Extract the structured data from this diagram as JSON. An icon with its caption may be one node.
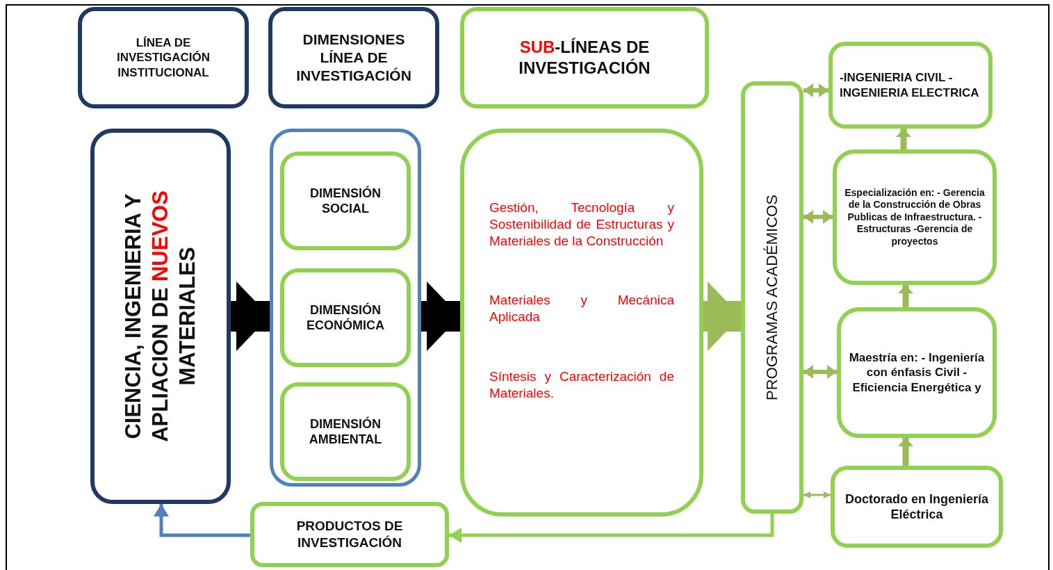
{
  "diagram": {
    "nodes": [
      {
        "text": [
          "LÍNEA DE INVESTIGACIÓN INSTITUCIONAL"
        ]
      },
      {
        "text": [
          "DIMENSIONES LÍNEA DE INVESTIGACIÓN"
        ]
      },
      {
        "text": [
          "**SUB**-LÍNEAS DE INVESTIGACIÓN"
        ]
      },
      {
        "text": [
          "CIENCIA, INGENIERIA Y APLIACION DE **NUEVOS** MATERIALES"
        ]
      },
      {
        "text": [],
        "shape": "box"
      },
      {
        "text": [
          "DIMENSIÓN SOCIAL"
        ],
        "in": 4
      },
      {
        "text": [
          "DIMENSIÓN ECONÓMICA"
        ],
        "in": 4
      },
      {
        "text": [
          "DIMENSIÓN AMBIENTAL"
        ],
        "in": 4
      },
      {
        "text": [
          "Gestión, Tecnología y Sostenibilidad de Estructuras y Materiales de la Construcción",
          "Materiales y Mecánica Aplicada",
          "Síntesis y Caracterización de Materiales."
        ]
      },
      {
        "text": [
          "PROGRAMAS ACADÉMICOS"
        ]
      },
      {
        "text": [
          "-INGENIERIA CIVIL -INGENIERIA ELECTRICA"
        ]
      },
      {
        "text": [
          "Especialización en: - Gerencia de la Construcción de Obras Publicas de Infraestructura. - Estructuras -Gerencia de proyectos"
        ]
      },
      {
        "text": [
          "Maestría en: - Ingeniería con énfasis Civil -Eficiencia Energética y"
        ]
      },
      {
        "text": [
          "Doctorado en Ingeniería Eléctrica"
        ]
      },
      {
        "text": [
          "PRODUCTOS DE INVESTIGACIÓN"
        ]
      }
    ],
    "edges": [
      {
        "from": 3,
        "to": 4,
        "arrow": "to",
        "style": "thick",
        "color": "#000000"
      },
      {
        "from": 4,
        "to": 8,
        "arrow": "to",
        "style": "thick",
        "color": "#000000"
      },
      {
        "from": 8,
        "to": 9,
        "arrow": "to",
        "style": "thick"
      },
      {
        "from": 9,
        "to": 10,
        "arrow": "both"
      },
      {
        "from": 9,
        "to": 11,
        "arrow": "both"
      },
      {
        "from": 9,
        "to": 12,
        "arrow": "both"
      },
      {
        "from": 9,
        "to": 13,
        "arrow": "both"
      },
      {
        "from": 11,
        "to": 10,
        "arrow": "to"
      },
      {
        "from": 12,
        "to": 11,
        "arrow": "to"
      },
      {
        "from": 13,
        "to": 12,
        "arrow": "to"
      },
      {
        "from": 9,
        "to": 14,
        "arrow": "to",
        "color": "#92d050"
      },
      {
        "from": 14,
        "to": 3,
        "arrow": "to",
        "color": "#4f81bd"
      }
    ]
  }
}
